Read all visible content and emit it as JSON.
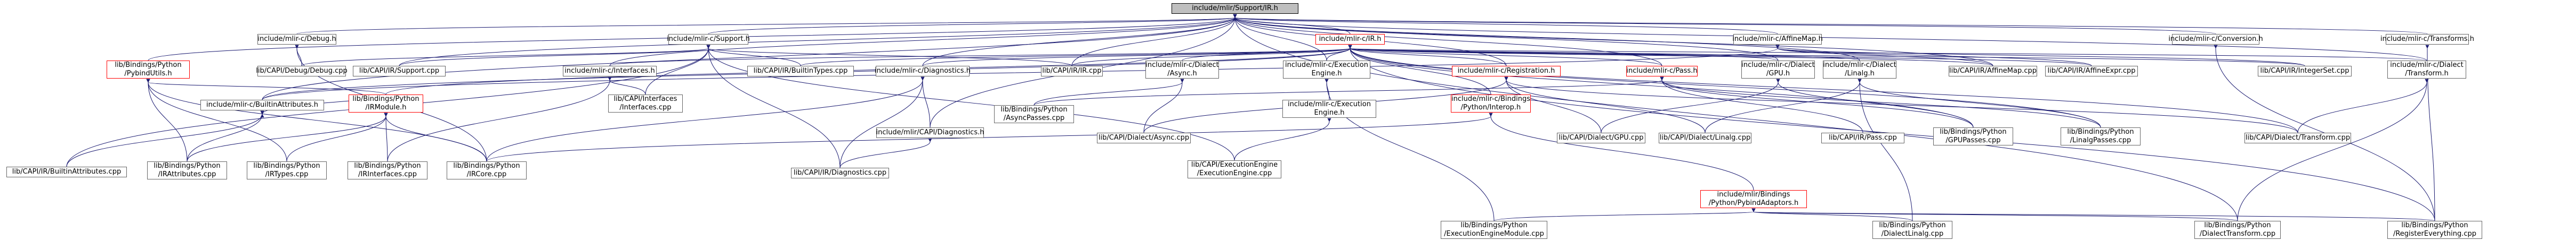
{
  "graph": {
    "edge_color": "#191970",
    "root_fill": "#bfbfbf",
    "highlight_border": "#ff0000",
    "nodes": [
      {
        "id": "root",
        "lines": [
          "include/mlir/Support/IR.h"
        ],
        "style": "root"
      },
      {
        "id": "debug_h",
        "lines": [
          "include/mlir-c/Debug.h"
        ]
      },
      {
        "id": "support_h",
        "lines": [
          "include/mlir-c/Support.h"
        ]
      },
      {
        "id": "ir_h",
        "lines": [
          "include/mlir-c/IR.h"
        ],
        "style": "red"
      },
      {
        "id": "affinemap_h",
        "lines": [
          "include/mlir-c/AffineMap.h"
        ]
      },
      {
        "id": "conversion_h",
        "lines": [
          "include/mlir-c/Conversion.h"
        ]
      },
      {
        "id": "transforms_h",
        "lines": [
          "include/mlir-c/Transforms.h"
        ]
      },
      {
        "id": "pyutils_h",
        "lines": [
          "lib/Bindings/Python",
          "/PybindUtils.h"
        ],
        "style": "red"
      },
      {
        "id": "capi_debug_cpp",
        "lines": [
          "lib/CAPI/Debug/Debug.cpp"
        ]
      },
      {
        "id": "capi_support_cpp",
        "lines": [
          "lib/CAPI/IR/Support.cpp"
        ]
      },
      {
        "id": "interfaces_h",
        "lines": [
          "include/mlir-c/Interfaces.h"
        ]
      },
      {
        "id": "builtintypes_cpp",
        "lines": [
          "lib/CAPI/IR/BuiltinTypes.cpp"
        ]
      },
      {
        "id": "diagnostics_h",
        "lines": [
          "include/mlir-c/Diagnostics.h"
        ]
      },
      {
        "id": "ir_cpp",
        "lines": [
          "lib/CAPI/IR/IR.cpp"
        ]
      },
      {
        "id": "async_h",
        "lines": [
          "include/mlir-c/Dialect",
          "/Async.h"
        ]
      },
      {
        "id": "exec_engine_h",
        "lines": [
          "include/mlir-c/Execution",
          "Engine.h"
        ]
      },
      {
        "id": "registration_h",
        "lines": [
          "include/mlir-c/Registration.h"
        ],
        "style": "red"
      },
      {
        "id": "pass_h",
        "lines": [
          "include/mlir-c/Pass.h"
        ],
        "style": "red"
      },
      {
        "id": "gpu_h",
        "lines": [
          "include/mlir-c/Dialect",
          "/GPU.h"
        ]
      },
      {
        "id": "linalg_h",
        "lines": [
          "include/mlir-c/Dialect",
          "/Linalg.h"
        ]
      },
      {
        "id": "affinemap_cpp",
        "lines": [
          "lib/CAPI/IR/AffineMap.cpp"
        ]
      },
      {
        "id": "affineexpr_cpp",
        "lines": [
          "lib/CAPI/IR/AffineExpr.cpp"
        ]
      },
      {
        "id": "integerset_cpp",
        "lines": [
          "lib/CAPI/IR/IntegerSet.cpp"
        ]
      },
      {
        "id": "transform_h",
        "lines": [
          "include/mlir-c/Dialect",
          "/Transform.h"
        ]
      },
      {
        "id": "builtinattr_h",
        "lines": [
          "include/mlir-c/BuiltinAttributes.h"
        ]
      },
      {
        "id": "irmodule_h",
        "lines": [
          "lib/Bindings/Python",
          "/IRModule.h"
        ],
        "style": "red"
      },
      {
        "id": "capi_interfaces_cpp",
        "lines": [
          "lib/CAPI/Interfaces",
          "/Interfaces.cpp"
        ]
      },
      {
        "id": "py_asyncpasses",
        "lines": [
          "lib/Bindings/Python",
          "/AsyncPasses.cpp"
        ]
      },
      {
        "id": "capi_exec_engine_h",
        "lines": [
          "include/mlir-c/Execution",
          "Engine.h"
        ]
      },
      {
        "id": "py_interop_h",
        "lines": [
          "include/mlir-c/Bindings",
          "/Python/Interop.h"
        ],
        "style": "red"
      },
      {
        "id": "capi_diag_h",
        "lines": [
          "include/mlir/CAPI/Diagnostics.h"
        ]
      },
      {
        "id": "capi_async_cpp",
        "lines": [
          "lib/CAPI/Dialect/Async.cpp"
        ]
      },
      {
        "id": "capi_gpu_cpp",
        "lines": [
          "lib/CAPI/Dialect/GPU.cpp"
        ]
      },
      {
        "id": "capi_linalg_cpp",
        "lines": [
          "lib/CAPI/Dialect/Linalg.cpp"
        ]
      },
      {
        "id": "capi_pass_cpp",
        "lines": [
          "lib/CAPI/IR/Pass.cpp"
        ]
      },
      {
        "id": "py_gpupasses",
        "lines": [
          "lib/Bindings/Python",
          "/GPUPasses.cpp"
        ]
      },
      {
        "id": "py_linalgpasses",
        "lines": [
          "lib/Bindings/Python",
          "/LinalgPasses.cpp"
        ]
      },
      {
        "id": "capi_transform_cpp",
        "lines": [
          "lib/CAPI/Dialect/Transform.cpp"
        ]
      },
      {
        "id": "capi_builtinattr_cpp",
        "lines": [
          "lib/CAPI/IR/BuiltinAttributes.cpp"
        ]
      },
      {
        "id": "py_irattributes",
        "lines": [
          "lib/Bindings/Python",
          "/IRAttributes.cpp"
        ]
      },
      {
        "id": "py_irtypes",
        "lines": [
          "lib/Bindings/Python",
          "/IRTypes.cpp"
        ]
      },
      {
        "id": "py_irinterfaces",
        "lines": [
          "lib/Bindings/Python",
          "/IRInterfaces.cpp"
        ]
      },
      {
        "id": "py_ircore",
        "lines": [
          "lib/Bindings/Python",
          "/IRCore.cpp"
        ]
      },
      {
        "id": "capi_diag_cpp",
        "lines": [
          "lib/CAPI/IR/Diagnostics.cpp"
        ]
      },
      {
        "id": "capi_exec_engine_cpp",
        "lines": [
          "lib/CAPI/ExecutionEngine",
          "/ExecutionEngine.cpp"
        ]
      },
      {
        "id": "pybind_adaptors_h",
        "lines": [
          "include/mlir/Bindings",
          "/Python/PybindAdaptors.h"
        ],
        "style": "red"
      },
      {
        "id": "py_exec_engine_module",
        "lines": [
          "lib/Bindings/Python",
          "/ExecutionEngineModule.cpp"
        ]
      },
      {
        "id": "py_dialect_linalg",
        "lines": [
          "lib/Bindings/Python",
          "/DialectLinalg.cpp"
        ]
      },
      {
        "id": "py_dialect_transform",
        "lines": [
          "lib/Bindings/Python",
          "/DialectTransform.cpp"
        ]
      },
      {
        "id": "py_register_everything",
        "lines": [
          "lib/Bindings/Python",
          "/RegisterEverything.cpp"
        ]
      }
    ],
    "edges": [
      [
        "root",
        "debug_h"
      ],
      [
        "root",
        "support_h"
      ],
      [
        "root",
        "ir_h"
      ],
      [
        "root",
        "affinemap_h"
      ],
      [
        "root",
        "conversion_h"
      ],
      [
        "root",
        "transforms_h"
      ],
      [
        "root",
        "pyutils_h"
      ],
      [
        "root",
        "capi_support_cpp"
      ],
      [
        "root",
        "interfaces_h"
      ],
      [
        "root",
        "diagnostics_h"
      ],
      [
        "root",
        "ir_cpp"
      ],
      [
        "root",
        "exec_engine_h"
      ],
      [
        "root",
        "registration_h"
      ],
      [
        "root",
        "pass_h"
      ],
      [
        "root",
        "gpu_h"
      ],
      [
        "root",
        "linalg_h"
      ],
      [
        "root",
        "affinemap_cpp"
      ],
      [
        "root",
        "transform_h"
      ],
      [
        "root",
        "builtinattr_h"
      ],
      [
        "root",
        "capi_diag_h"
      ],
      [
        "root",
        "py_dialect_transform"
      ],
      [
        "debug_h",
        "capi_debug_cpp"
      ],
      [
        "debug_h",
        "py_ircore"
      ],
      [
        "support_h",
        "capi_debug_cpp"
      ],
      [
        "support_h",
        "capi_support_cpp"
      ],
      [
        "support_h",
        "builtintypes_cpp"
      ],
      [
        "support_h",
        "ir_cpp"
      ],
      [
        "support_h",
        "capi_interfaces_cpp"
      ],
      [
        "support_h",
        "capi_diag_cpp"
      ],
      [
        "support_h",
        "capi_builtinattr_cpp"
      ],
      [
        "support_h",
        "capi_exec_engine_cpp"
      ],
      [
        "ir_h",
        "interfaces_h"
      ],
      [
        "ir_h",
        "builtintypes_cpp"
      ],
      [
        "ir_h",
        "diagnostics_h"
      ],
      [
        "ir_h",
        "ir_cpp"
      ],
      [
        "ir_h",
        "async_h"
      ],
      [
        "ir_h",
        "exec_engine_h"
      ],
      [
        "ir_h",
        "registration_h"
      ],
      [
        "ir_h",
        "pass_h"
      ],
      [
        "ir_h",
        "gpu_h"
      ],
      [
        "ir_h",
        "linalg_h"
      ],
      [
        "ir_h",
        "affinemap_cpp"
      ],
      [
        "ir_h",
        "affineexpr_cpp"
      ],
      [
        "ir_h",
        "integerset_cpp"
      ],
      [
        "ir_h",
        "transform_h"
      ],
      [
        "ir_h",
        "builtinattr_h"
      ],
      [
        "ir_h",
        "irmodule_h"
      ],
      [
        "ir_h",
        "py_interop_h"
      ],
      [
        "ir_h",
        "py_gpupasses"
      ],
      [
        "ir_h",
        "py_linalgpasses"
      ],
      [
        "ir_h",
        "capi_transform_cpp"
      ],
      [
        "ir_h",
        "py_register_everything"
      ],
      [
        "affinemap_h",
        "affinemap_cpp"
      ],
      [
        "affinemap_h",
        "affineexpr_cpp"
      ],
      [
        "affinemap_h",
        "integerset_cpp"
      ],
      [
        "affinemap_h",
        "builtinattr_h"
      ],
      [
        "conversion_h",
        "py_register_everything"
      ],
      [
        "transforms_h",
        "py_register_everything"
      ],
      [
        "pyutils_h",
        "irmodule_h"
      ],
      [
        "pyutils_h",
        "py_irattributes"
      ],
      [
        "pyutils_h",
        "py_irtypes"
      ],
      [
        "pyutils_h",
        "py_ircore"
      ],
      [
        "interfaces_h",
        "capi_interfaces_cpp"
      ],
      [
        "interfaces_h",
        "py_irinterfaces"
      ],
      [
        "diagnostics_h",
        "capi_diag_h"
      ],
      [
        "diagnostics_h",
        "py_ircore"
      ],
      [
        "diagnostics_h",
        "capi_diag_cpp"
      ],
      [
        "async_h",
        "capi_async_cpp"
      ],
      [
        "async_h",
        "py_asyncpasses"
      ],
      [
        "exec_engine_h",
        "capi_exec_engine_h"
      ],
      [
        "exec_engine_h",
        "py_exec_engine_module"
      ],
      [
        "registration_h",
        "capi_gpu_cpp"
      ],
      [
        "registration_h",
        "capi_linalg_cpp"
      ],
      [
        "registration_h",
        "capi_async_cpp"
      ],
      [
        "registration_h",
        "capi_transform_cpp"
      ],
      [
        "pass_h",
        "capi_pass_cpp"
      ],
      [
        "pass_h",
        "py_gpupasses"
      ],
      [
        "pass_h",
        "py_linalgpasses"
      ],
      [
        "pass_h",
        "py_asyncpasses"
      ],
      [
        "gpu_h",
        "capi_gpu_cpp"
      ],
      [
        "gpu_h",
        "py_gpupasses"
      ],
      [
        "linalg_h",
        "capi_linalg_cpp"
      ],
      [
        "linalg_h",
        "py_linalgpasses"
      ],
      [
        "linalg_h",
        "py_dialect_linalg"
      ],
      [
        "transform_h",
        "capi_transform_cpp"
      ],
      [
        "transform_h",
        "py_dialect_transform"
      ],
      [
        "builtinattr_h",
        "capi_builtinattr_cpp"
      ],
      [
        "builtinattr_h",
        "py_irattributes"
      ],
      [
        "builtinattr_h",
        "irmodule_h"
      ],
      [
        "irmodule_h",
        "py_irattributes"
      ],
      [
        "irmodule_h",
        "py_irtypes"
      ],
      [
        "irmodule_h",
        "py_irinterfaces"
      ],
      [
        "irmodule_h",
        "py_ircore"
      ],
      [
        "capi_exec_engine_h",
        "capi_exec_engine_cpp"
      ],
      [
        "py_interop_h",
        "pybind_adaptors_h"
      ],
      [
        "py_interop_h",
        "py_ircore"
      ],
      [
        "capi_diag_h",
        "capi_diag_cpp"
      ],
      [
        "pybind_adaptors_h",
        "py_exec_engine_module"
      ],
      [
        "pybind_adaptors_h",
        "py_dialect_linalg"
      ],
      [
        "pybind_adaptors_h",
        "py_dialect_transform"
      ],
      [
        "pybind_adaptors_h",
        "py_register_everything"
      ]
    ]
  }
}
